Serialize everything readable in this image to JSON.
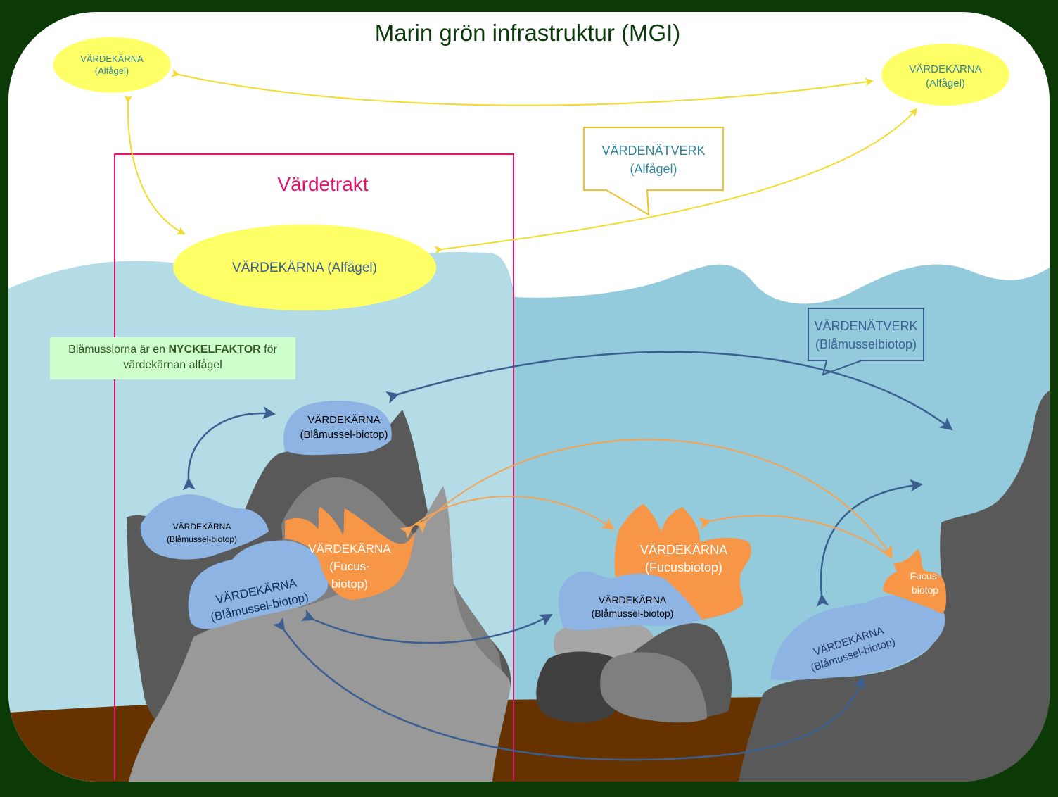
{
  "title": "Marin grön infrastruktur (MGI)",
  "vardetrakt_label": "Värdetrakt",
  "note": {
    "pre": "Blåmusslorna är en ",
    "bold": "NYCKELFAKTOR",
    "post": " för",
    "line2": "värdekärnan alfågel"
  },
  "callouts": {
    "alfagel_network": {
      "line1": "VÄRDENÄTVERK",
      "line2": "(Alfågel)"
    },
    "mussel_network": {
      "line1": "VÄRDENÄTVERK",
      "line2": "(Blåmusselbiotop)"
    }
  },
  "cores": {
    "alfagel_top_left": {
      "line1": "VÄRDEKÄRNA",
      "line2": "(Alfågel)"
    },
    "alfagel_top_right": {
      "line1": "VÄRDEKÄRNA",
      "line2": "(Alfågel)"
    },
    "alfagel_main": {
      "line1": "VÄRDEKÄRNA (Alfågel)"
    },
    "mussel_top": {
      "line1": "VÄRDEKÄRNA",
      "line2": "(Blåmussel-biotop)"
    },
    "mussel_small_left": {
      "line1": "VÄRDEKÄRNA",
      "line2": "(Blåmussel-biotop)"
    },
    "mussel_large_left": {
      "line1": "VÄRDEKÄRNA",
      "line2": "(Blåmussel-biotop)"
    },
    "fucus_left": {
      "line1": "VÄRDEKÄRNA",
      "line2": "(Fucus-",
      "line3": "biotop)"
    },
    "fucus_middle": {
      "line1": "VÄRDEKÄRNA",
      "line2": "(Fucusbiotop)"
    },
    "mussel_middle": {
      "line1": "VÄRDEKÄRNA",
      "line2": "(Blåmussel-biotop)"
    },
    "fucus_right": {
      "line1": "Fucus-",
      "line2": "biotop"
    },
    "mussel_right": {
      "line1": "VÄRDEKÄRNA",
      "line2": "(Blåmussel-biotop)"
    }
  },
  "colors": {
    "frame": "#0c3a06",
    "sky": "#ffffff",
    "water_light": "#b4dce6",
    "water": "#93cbdc",
    "seabed": "#663300",
    "rock_dark": "#595959",
    "rock_mid": "#7f7f7f",
    "rock_light": "#999999",
    "alfagel": "#ffff66",
    "alfagel_arrow": "#f2dc30",
    "mussel": "#8eb4e3",
    "mussel_arrow": "#3b5f91",
    "fucus": "#f79646",
    "fucus_arrow": "#f5a252",
    "vardetrakt": "#e0156e",
    "title_text": "#0b3a0a"
  }
}
